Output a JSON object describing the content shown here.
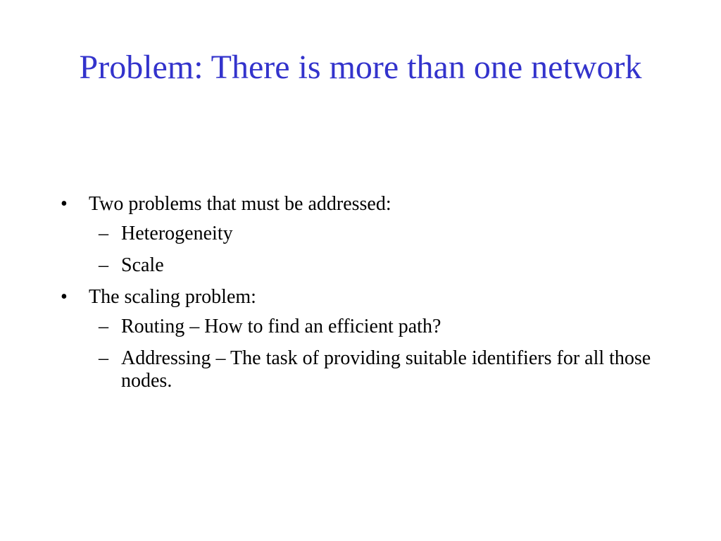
{
  "slide": {
    "title": "Problem: There is more than one network",
    "title_color": "#3333CC",
    "bullet_glyph": "•",
    "dash_glyph": "–",
    "items": [
      {
        "text": "Two problems that must be addressed:",
        "subitems": [
          "Heterogeneity",
          "Scale"
        ]
      },
      {
        "text": "The scaling problem:",
        "subitems": [
          "Routing – How to find an efficient path?",
          "Addressing – The task of providing suitable identifiers for all those nodes."
        ]
      }
    ]
  }
}
